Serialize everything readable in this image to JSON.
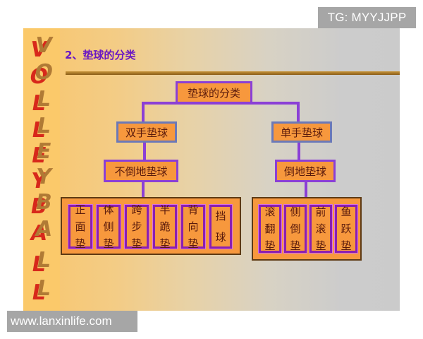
{
  "watermarks": {
    "top_right": "TG: MYYJJPP",
    "bottom_left": "www.lanxinlife.com"
  },
  "slide": {
    "side_text": [
      "V",
      "O",
      "L",
      "L",
      "E",
      "Y",
      "B",
      "A",
      "L",
      "L"
    ],
    "title": "2、垫球的分类",
    "colors": {
      "title": "#6a18c4",
      "node_fill": "#f7983d",
      "connector": "#8b3fd6",
      "side_strip": "#fbc96a"
    }
  },
  "diagram": {
    "root": "垫球的分类",
    "left": {
      "label": "双手垫球",
      "child": "不倒地垫球",
      "leaves": [
        [
          "正",
          "面",
          "垫"
        ],
        [
          "体",
          "侧",
          "垫"
        ],
        [
          "跨",
          "步",
          "垫"
        ],
        [
          "半",
          "跪",
          "垫"
        ],
        [
          "背",
          "向",
          "垫"
        ],
        [
          "挡",
          "球"
        ]
      ]
    },
    "right": {
      "label": "单手垫球",
      "child": "倒地垫球",
      "leaves": [
        [
          "滚",
          "翻",
          "垫"
        ],
        [
          "侧",
          "倒",
          "垫"
        ],
        [
          "前",
          "滚",
          "垫"
        ],
        [
          "鱼",
          "跃",
          "垫"
        ]
      ]
    }
  }
}
